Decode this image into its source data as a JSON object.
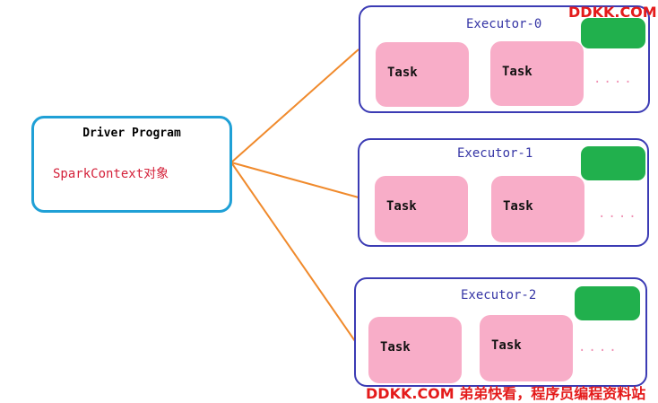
{
  "driver": {
    "title": "Driver Program",
    "subtitle": "SparkContext对象"
  },
  "executors": [
    {
      "title": "Executor-0",
      "tasks": [
        "Task",
        "Task"
      ],
      "more": "...."
    },
    {
      "title": "Executor-1",
      "tasks": [
        "Task",
        "Task"
      ],
      "more": "...."
    },
    {
      "title": "Executor-2",
      "tasks": [
        "Task",
        "Task"
      ],
      "more": "...."
    }
  ],
  "colors": {
    "driver_border": "#1fa0d6",
    "executor_border": "#3b3bb4",
    "task_fill": "#f8adc8",
    "cache_fill": "#21b04d",
    "connector": "#f08a2c",
    "watermark": "#e41b1b"
  },
  "watermark": {
    "top": "DDKK.COM",
    "bottom": "DDKK.COM 弟弟快看，程序员编程资料站"
  }
}
